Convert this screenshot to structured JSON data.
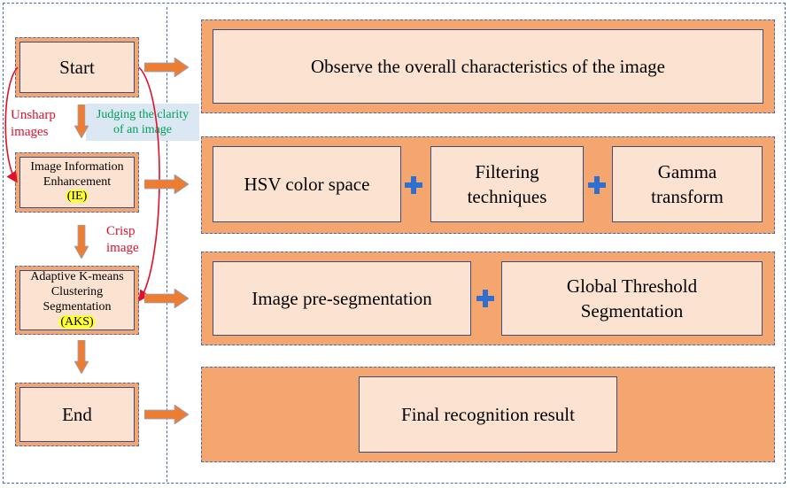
{
  "steps": {
    "start": "Start",
    "ie_line1": "Image Information",
    "ie_line2": "Enhancement",
    "ie_tag": "(IE)",
    "aks_line1": "Adaptive K-means",
    "aks_line2": "Clustering",
    "aks_line3": "Segmentation",
    "aks_tag": "(AKS)",
    "end": "End"
  },
  "notes": {
    "unsharp_line1": "Unsharp",
    "unsharp_line2": "images",
    "judging_line1": "Judging the clarity",
    "judging_line2": "of an image",
    "crisp_line1": "Crisp",
    "crisp_line2": "image"
  },
  "panels": {
    "observe": "Observe the overall characteristics of the image",
    "hsv": "HSV color space",
    "filtering_line1": "Filtering",
    "filtering_line2": "techniques",
    "gamma_line1": "Gamma",
    "gamma_line2": "transform",
    "preseg": "Image pre-segmentation",
    "global_line1": "Global Threshold",
    "global_line2": "Segmentation",
    "final": "Final recognition result"
  },
  "colors": {
    "panel_fill": "#f5a66f",
    "box_fill": "#fce3d1",
    "dash_border": "#3f6fb8",
    "arrow_fill": "#ed7d31",
    "note_red": "#e0102a",
    "note_green": "#00a05a",
    "plus_blue": "#2f6fcf",
    "highlight": "#ffff33"
  },
  "icons": {
    "plus": "plus-icon",
    "arrow": "right-arrow / down-arrow"
  }
}
